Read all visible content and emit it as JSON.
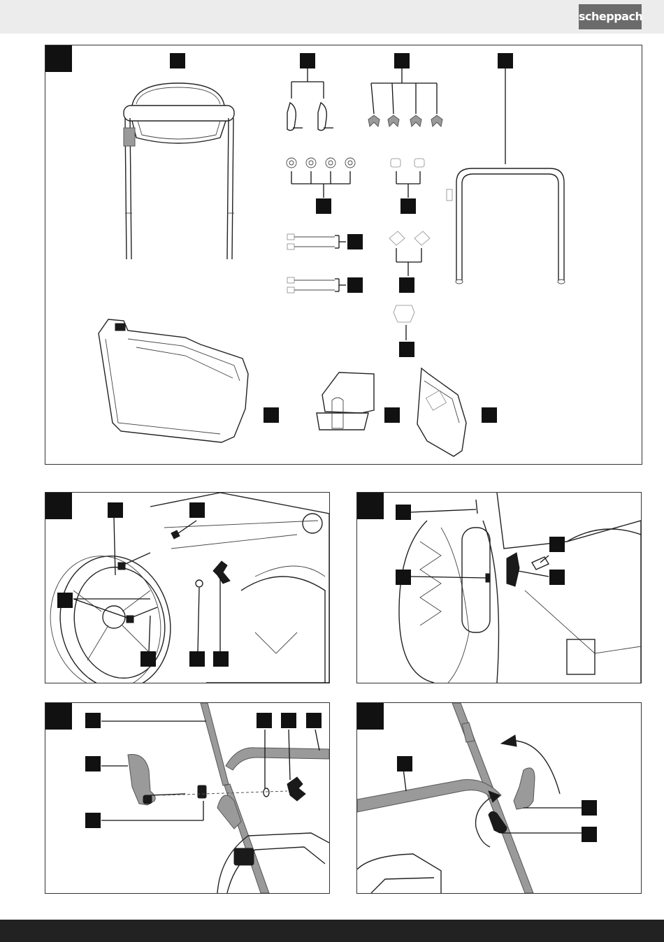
{
  "header": {
    "brand": "scheppach",
    "accent_color": "#6b6b6b",
    "bar_color": "#ececec"
  },
  "footer": {
    "bar_color": "#222222"
  },
  "figures": [
    {
      "id": "figure-1",
      "depicts": [
        "handle-assembly-icon",
        "quick-release-lever-icon",
        "star-knob-icon",
        "upper-handle-icon",
        "washer-icon",
        "spacer-icon",
        "bolt-icon",
        "cable-clip-icon",
        "grass-catcher-icon",
        "mulching-plug-icon",
        "side-discharge-chute-icon"
      ]
    },
    {
      "id": "figure-2",
      "depicts": [
        "wheel-icon",
        "bolt-icon",
        "washer-icon",
        "star-knob-icon",
        "mower-deck-icon"
      ]
    },
    {
      "id": "figure-3",
      "depicts": [
        "wheel-icon",
        "bolt-icon",
        "star-knob-icon",
        "mower-deck-icon"
      ]
    },
    {
      "id": "figure-4",
      "depicts": [
        "upper-handle-icon",
        "quick-release-lever-icon",
        "spacer-icon",
        "washer-icon",
        "star-knob-icon"
      ]
    },
    {
      "id": "figure-5",
      "depicts": [
        "upper-handle-icon",
        "rotate-arrow-icon",
        "quick-release-lever-icon"
      ]
    }
  ]
}
